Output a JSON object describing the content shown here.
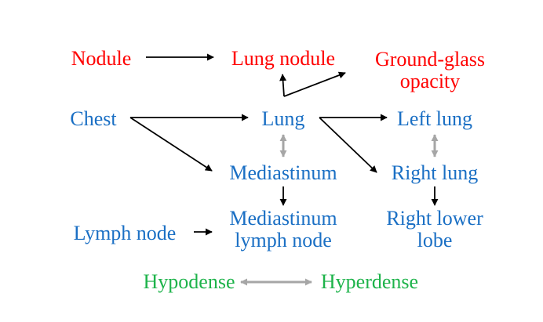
{
  "colors": {
    "red": "#ff0000",
    "blue": "#1a6fc4",
    "green": "#1db34a",
    "arrow_black": "#000000",
    "arrow_gray": "#a6a6a6"
  },
  "nodes": {
    "nodule": {
      "lines": [
        "Nodule"
      ],
      "color": "red"
    },
    "lung_nodule": {
      "lines": [
        "Lung nodule"
      ],
      "color": "red"
    },
    "ground_glass_opacity": {
      "lines": [
        "Ground-glass",
        "opacity"
      ],
      "color": "red"
    },
    "chest": {
      "lines": [
        "Chest"
      ],
      "color": "blue"
    },
    "lung": {
      "lines": [
        "Lung"
      ],
      "color": "blue"
    },
    "left_lung": {
      "lines": [
        "Left lung"
      ],
      "color": "blue"
    },
    "mediastinum": {
      "lines": [
        "Mediastinum"
      ],
      "color": "blue"
    },
    "right_lung": {
      "lines": [
        "Right lung"
      ],
      "color": "blue"
    },
    "lymph_node": {
      "lines": [
        "Lymph node"
      ],
      "color": "blue"
    },
    "mediastinum_lymph_node": {
      "lines": [
        "Mediastinum",
        "lymph node"
      ],
      "color": "blue"
    },
    "right_lower_lobe": {
      "lines": [
        "Right lower",
        "lobe"
      ],
      "color": "blue"
    },
    "hypodense": {
      "lines": [
        "Hypodense"
      ],
      "color": "green"
    },
    "hyperdense": {
      "lines": [
        "Hyperdense"
      ],
      "color": "green"
    }
  },
  "edges": [
    {
      "from": "nodule",
      "to": "lung_nodule",
      "style": "black",
      "directed": "forward"
    },
    {
      "from": "lung",
      "to": "lung_nodule",
      "style": "black",
      "directed": "forward"
    },
    {
      "from": "lung",
      "to": "ground_glass_opacity",
      "style": "black",
      "directed": "forward"
    },
    {
      "from": "chest",
      "to": "lung",
      "style": "black",
      "directed": "forward"
    },
    {
      "from": "chest",
      "to": "mediastinum",
      "style": "black",
      "directed": "forward"
    },
    {
      "from": "lung",
      "to": "left_lung",
      "style": "black",
      "directed": "forward"
    },
    {
      "from": "lung",
      "to": "right_lung",
      "style": "black",
      "directed": "forward"
    },
    {
      "from": "lung",
      "to": "mediastinum",
      "style": "gray",
      "directed": "both"
    },
    {
      "from": "left_lung",
      "to": "right_lung",
      "style": "gray",
      "directed": "both"
    },
    {
      "from": "mediastinum",
      "to": "mediastinum_lymph_node",
      "style": "black",
      "directed": "forward"
    },
    {
      "from": "right_lung",
      "to": "right_lower_lobe",
      "style": "black",
      "directed": "forward"
    },
    {
      "from": "lymph_node",
      "to": "mediastinum_lymph_node",
      "style": "black",
      "directed": "forward"
    },
    {
      "from": "hypodense",
      "to": "hyperdense",
      "style": "gray",
      "directed": "both"
    }
  ]
}
